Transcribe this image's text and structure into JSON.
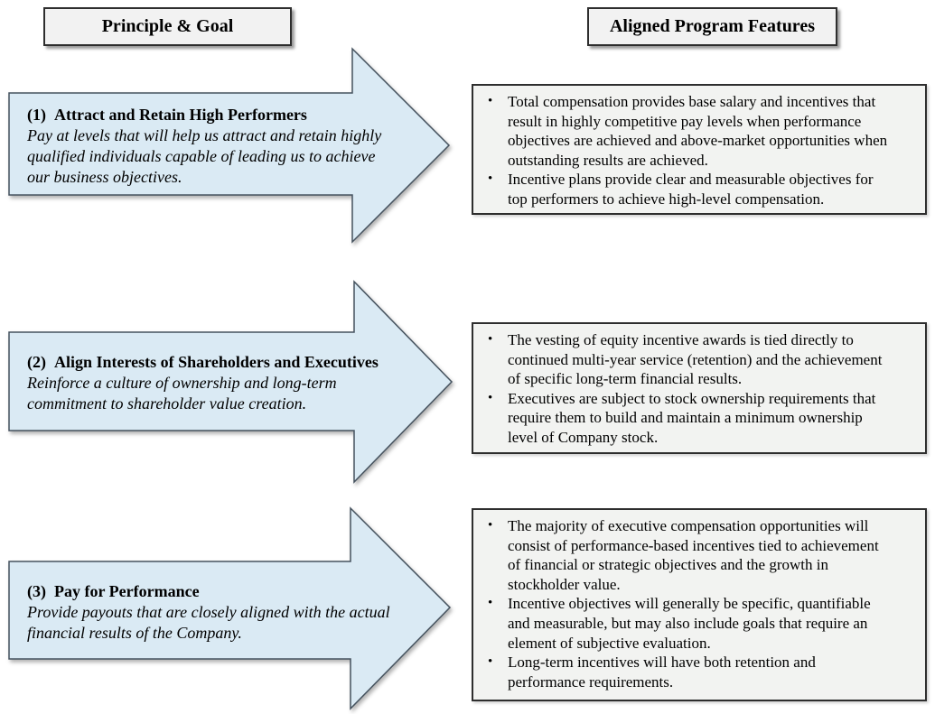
{
  "colors": {
    "arrow_fill": "#daeaf4",
    "arrow_border": "#45525e",
    "header_fill": "#f2f2f2",
    "features_fill": "#f2f3f1",
    "box_border": "#2e2e2e"
  },
  "bullet_char": "•",
  "headers": {
    "left": "Principle & Goal",
    "right": "Aligned Program Features"
  },
  "rows": [
    {
      "number": "(1)",
      "title": "Attract and Retain High Performers",
      "goal": "Pay at levels that will help us attract and retain highly\nqualified individuals capable of leading us to achieve\nour business objectives.",
      "features": [
        "Total compensation provides base salary and incentives that\nresult in highly competitive pay levels when performance\nobjectives are achieved and above-market opportunities when\noutstanding results are achieved.",
        "Incentive plans provide clear and measurable objectives for\ntop performers to achieve high-level compensation."
      ]
    },
    {
      "number": "(2)",
      "title": "Align Interests of Shareholders and Executives",
      "goal": "Reinforce a culture of ownership and long-term\ncommitment to shareholder value creation.",
      "features": [
        "The vesting of equity incentive awards is tied directly to\ncontinued multi-year service (retention) and the achievement\nof specific long-term financial results.",
        "Executives are subject to stock ownership requirements that\nrequire them to build and maintain a minimum ownership\nlevel of Company stock."
      ]
    },
    {
      "number": "(3)",
      "title": "Pay for Performance",
      "goal": "Provide payouts that are closely aligned with the actual\nfinancial results of the Company.",
      "features": [
        "The majority of executive compensation opportunities will\nconsist of performance-based incentives tied to achievement\nof financial or strategic objectives and the growth in\nstockholder value.",
        "Incentive objectives will generally be specific, quantifiable\nand measurable, but may also include goals that require an\nelement of subjective evaluation.",
        "Long-term incentives will have both retention and\nperformance requirements."
      ]
    }
  ]
}
